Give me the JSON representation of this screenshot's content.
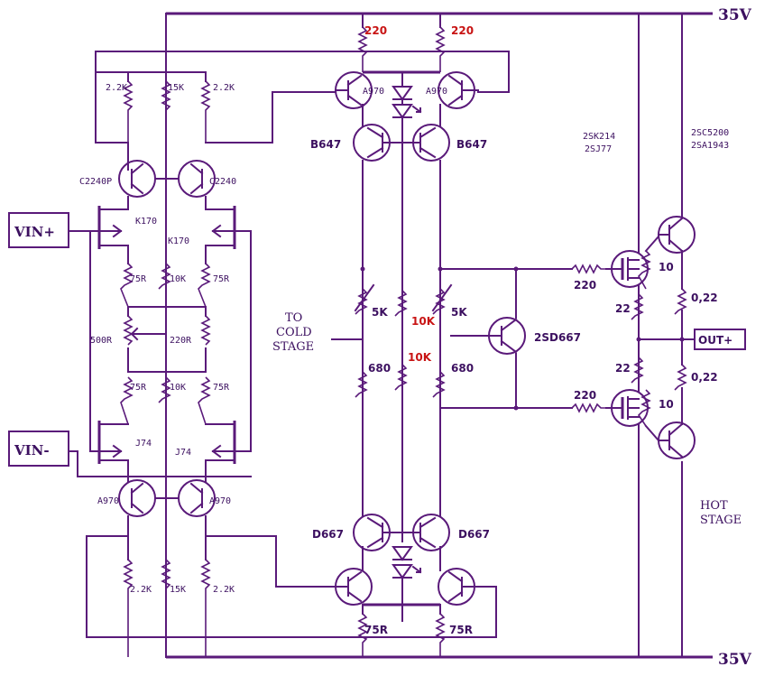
{
  "rails": {
    "top": "35V",
    "bottom": "35V"
  },
  "io": {
    "vin_plus": "VIN+",
    "vin_minus": "VIN-",
    "out": "OUT+"
  },
  "annotations": {
    "cold_stage": [
      "TO",
      "COLD",
      "STAGE"
    ],
    "hot_stage": [
      "HOT",
      "STAGE"
    ],
    "mosfets": [
      "2SK214",
      "2SJ77"
    ],
    "bjts": [
      "2SC5200",
      "2SA1943"
    ]
  },
  "components": {
    "r_top_left": "2.2K",
    "r_top_mid": "15K",
    "r_top_right": "2.2K",
    "q_c2240_left": "C2240P",
    "q_c2240_right": "C2240",
    "q_k170_left": "K170",
    "q_k170_right": "K170",
    "r_75_ul": "75R",
    "r_10k_u": "10K",
    "r_75_ur": "75R",
    "pot_500": "500R",
    "r_220_mid": "220R",
    "r_75_ll": "75R",
    "r_10k_l": "10K",
    "r_75_lr": "75R",
    "q_j74_left": "J74",
    "q_j74_right": "J74",
    "q_a970_ll": "A970",
    "q_a970_lr": "A970",
    "r_bot_left": "2.2K",
    "r_bot_mid": "15K",
    "r_bot_right": "2.2K",
    "r_220_tl": "220",
    "r_220_tr": "220",
    "q_a970_tl": "A970",
    "q_a970_tr": "A970",
    "q_b647_l": "B647",
    "q_b647_r": "B647",
    "pot_5k_l": "5K",
    "pot_5k_r": "5K",
    "r_10k_a": "10K",
    "r_10k_b": "10K",
    "r_680_l": "680",
    "r_680_r": "680",
    "q_2sd667": "2SD667",
    "q_d667_l": "D667",
    "q_d667_r": "D667",
    "r_75_bl": "75R",
    "r_75_br": "75R",
    "r_gate_top": "220",
    "r_gate_bot": "220",
    "r_22_top": "22",
    "r_22_bot": "22",
    "r_10_top": "10",
    "r_10_bot": "10",
    "r_022_top": "0,22",
    "r_022_bot": "0,22"
  },
  "colors": {
    "ink": "#5a1a7a",
    "highlight": "#c81414",
    "background": "#ffffff"
  }
}
